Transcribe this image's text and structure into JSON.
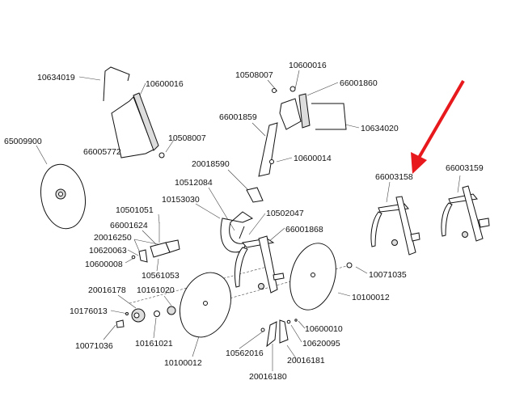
{
  "diagram": {
    "labels": {
      "l10634019": "10634019",
      "l10600016a": "10600016",
      "l10508007a": "10508007",
      "l66005772": "66005772",
      "l65009900": "65009900",
      "l20018590": "20018590",
      "l10512084": "10512084",
      "l10153030": "10153030",
      "l10501051": "10501051",
      "l66001624": "66001624",
      "l20016250": "20016250",
      "l10620063": "10620063",
      "l10600008": "10600008",
      "l10561053": "10561053",
      "l20016178": "20016178",
      "l10161020": "10161020",
      "l10176013": "10176013",
      "l10071036": "10071036",
      "l10161021": "10161021",
      "l10100012a": "10100012",
      "l10508007b": "10508007",
      "l10600016b": "10600016",
      "l66001860": "66001860",
      "l66001859": "66001859",
      "l10634020": "10634020",
      "l10600014": "10600014",
      "l10502047": "10502047",
      "l66001868": "66001868",
      "l66003158": "66003158",
      "l66003159": "66003159",
      "l10071035": "10071035",
      "l10100012b": "10100012",
      "l10600010": "10600010",
      "l10620095": "10620095",
      "l10562016": "10562016",
      "l20016181": "20016181",
      "l20016180": "20016180"
    },
    "arrow_color": "#e8191c"
  }
}
